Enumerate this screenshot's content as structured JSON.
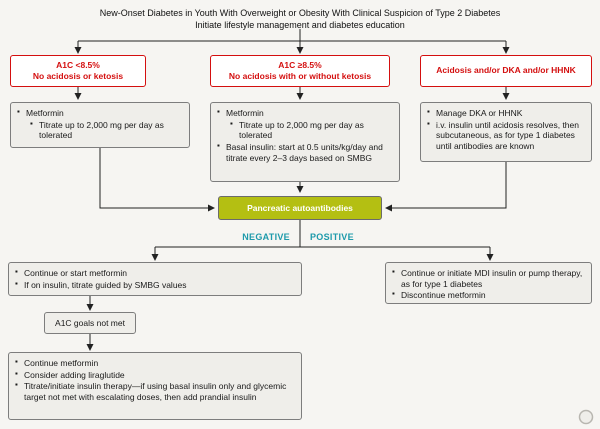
{
  "title": {
    "line1": "New-Onset Diabetes in Youth With Overweight or Obesity With Clinical Suspicion of Type 2 Diabetes",
    "line2": "Initiate lifestyle management and diabetes education"
  },
  "branch_headers": {
    "left": {
      "line1": "A1C <8.5%",
      "line2": "No acidosis or ketosis"
    },
    "center": {
      "line1": "A1C ≥8.5%",
      "line2": "No acidosis with or without ketosis"
    },
    "right": {
      "line1": "Acidosis and/or DKA and/or HHNK"
    }
  },
  "treatment_boxes": {
    "left": {
      "items": [
        "Metformin",
        "Titrate up to 2,000 mg per day as tolerated"
      ]
    },
    "center": {
      "items": [
        "Metformin",
        "Titrate up to 2,000 mg per day as tolerated",
        "Basal insulin: start at 0.5 units/kg/day and titrate every 2–3 days based on SMBG"
      ]
    },
    "right": {
      "items": [
        "Manage DKA or HHNK",
        "i.v. insulin until acidosis resolves, then subcutaneous, as for type 1 diabetes until antibodies are known"
      ]
    }
  },
  "autoantibody_box": {
    "label": "Pancreatic autoantibodies"
  },
  "result_labels": {
    "negative": "NEGATIVE",
    "positive": "POSITIVE"
  },
  "negative_box": {
    "items": [
      "Continue or start metformin",
      "If on insulin, titrate guided by SMBG values"
    ]
  },
  "a1c_box": {
    "label": "A1C goals not met"
  },
  "followup_box": {
    "items": [
      "Continue metformin",
      "Consider adding liraglutide",
      "Titrate/initiate insulin therapy—if using basal insulin only and glycemic target not met with escalating doses, then add prandial insulin"
    ]
  },
  "positive_box": {
    "items": [
      "Continue or initiate MDI insulin or pump therapy, as for type 1 diabetes",
      "Discontinue metformin"
    ]
  },
  "colors": {
    "header_red": "#d40f0f",
    "autoantibody_green": "#b4bf12",
    "result_teal": "#1d9aab",
    "box_gray": "#efeeea"
  }
}
